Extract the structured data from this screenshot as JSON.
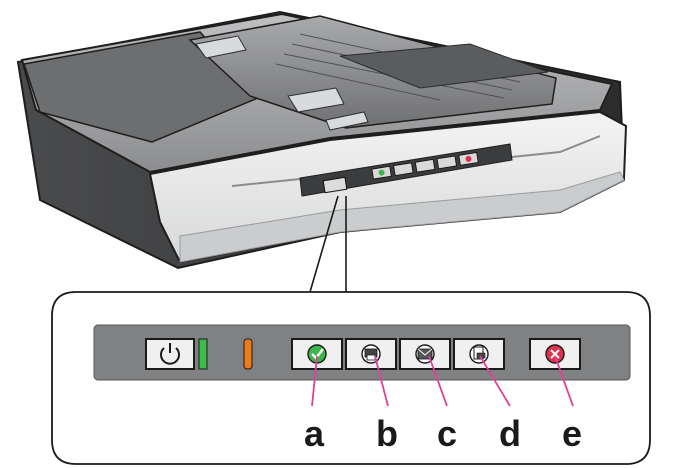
{
  "figure": {
    "description_labels": [
      {
        "id": "a",
        "label": "a",
        "button": "start-button",
        "icon": "check-icon",
        "icon_color": "#3cb54a"
      },
      {
        "id": "b",
        "label": "b",
        "button": "copy-button",
        "icon": "printer-icon",
        "icon_color": "#333333"
      },
      {
        "id": "c",
        "label": "c",
        "button": "scan-to-email-button",
        "icon": "email-icon",
        "icon_color": "#333333"
      },
      {
        "id": "d",
        "label": "d",
        "button": "scan-to-pdf-button",
        "icon": "pdf-icon",
        "icon_color": "#333333"
      },
      {
        "id": "e",
        "label": "e",
        "button": "cancel-button",
        "icon": "stop-icon",
        "icon_color": "#e0304e"
      }
    ],
    "panel": {
      "power_icon": "power-icon",
      "power_led_color": "#3dbb4b",
      "status_led_color": "#ef7a1b",
      "leader_color": "#e0409a",
      "panel_color": "#7f8082"
    }
  }
}
